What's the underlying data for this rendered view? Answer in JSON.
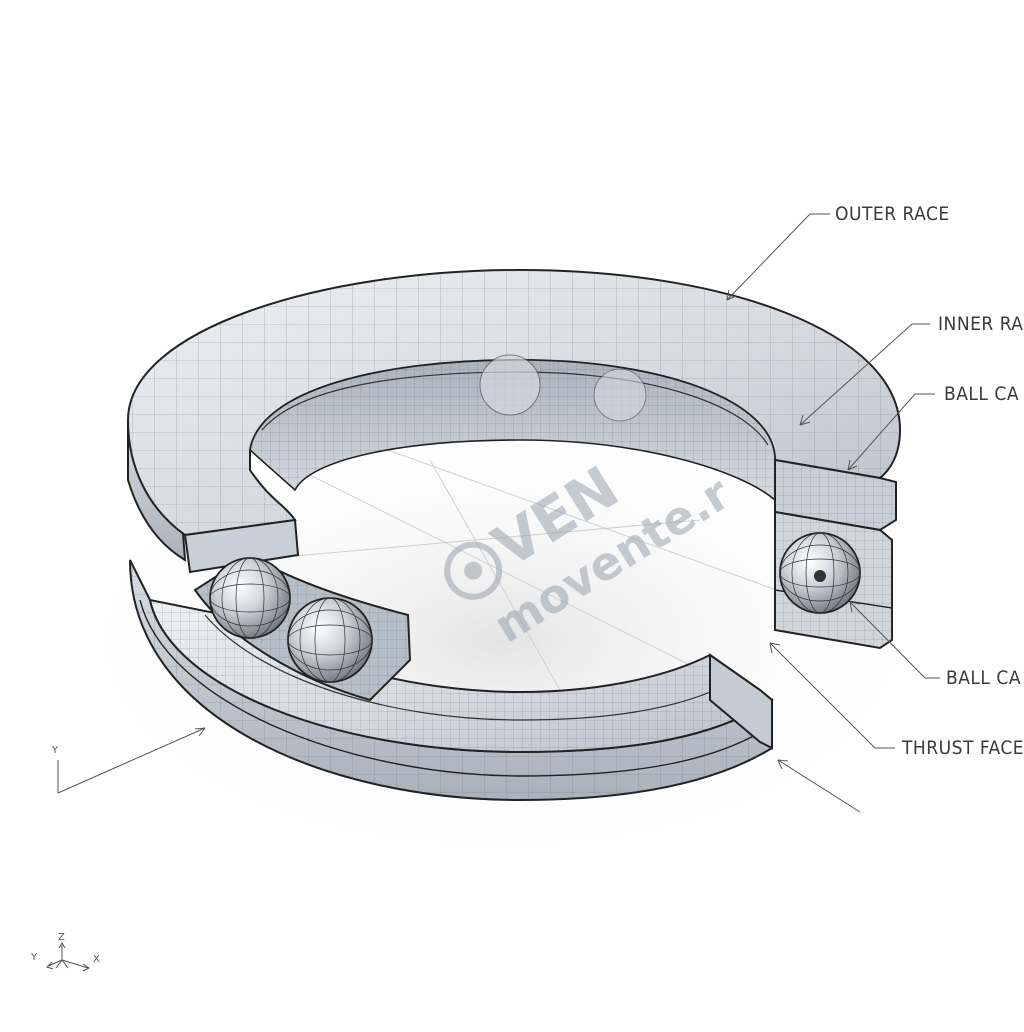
{
  "callouts": {
    "outer_race": "OUTER RACE",
    "inner_race": "INNER RA",
    "ball_cage_top": "BALL CA",
    "ball_cage_bottom": "BALL CA",
    "thrust_face": "THRUST FACE"
  },
  "axis_main": {
    "y": "Y"
  },
  "axis_triad": {
    "z": "Z",
    "y": "Y",
    "x": "X"
  },
  "watermark": {
    "brand": "VEN",
    "domain": "movente.r",
    "color": "#9aa3ad"
  },
  "colors": {
    "line": "#222222",
    "metal_light": "#dfe3e8",
    "metal_mid": "#c3c9d1",
    "metal_dark": "#9ea6b0",
    "callout": "#555555"
  }
}
